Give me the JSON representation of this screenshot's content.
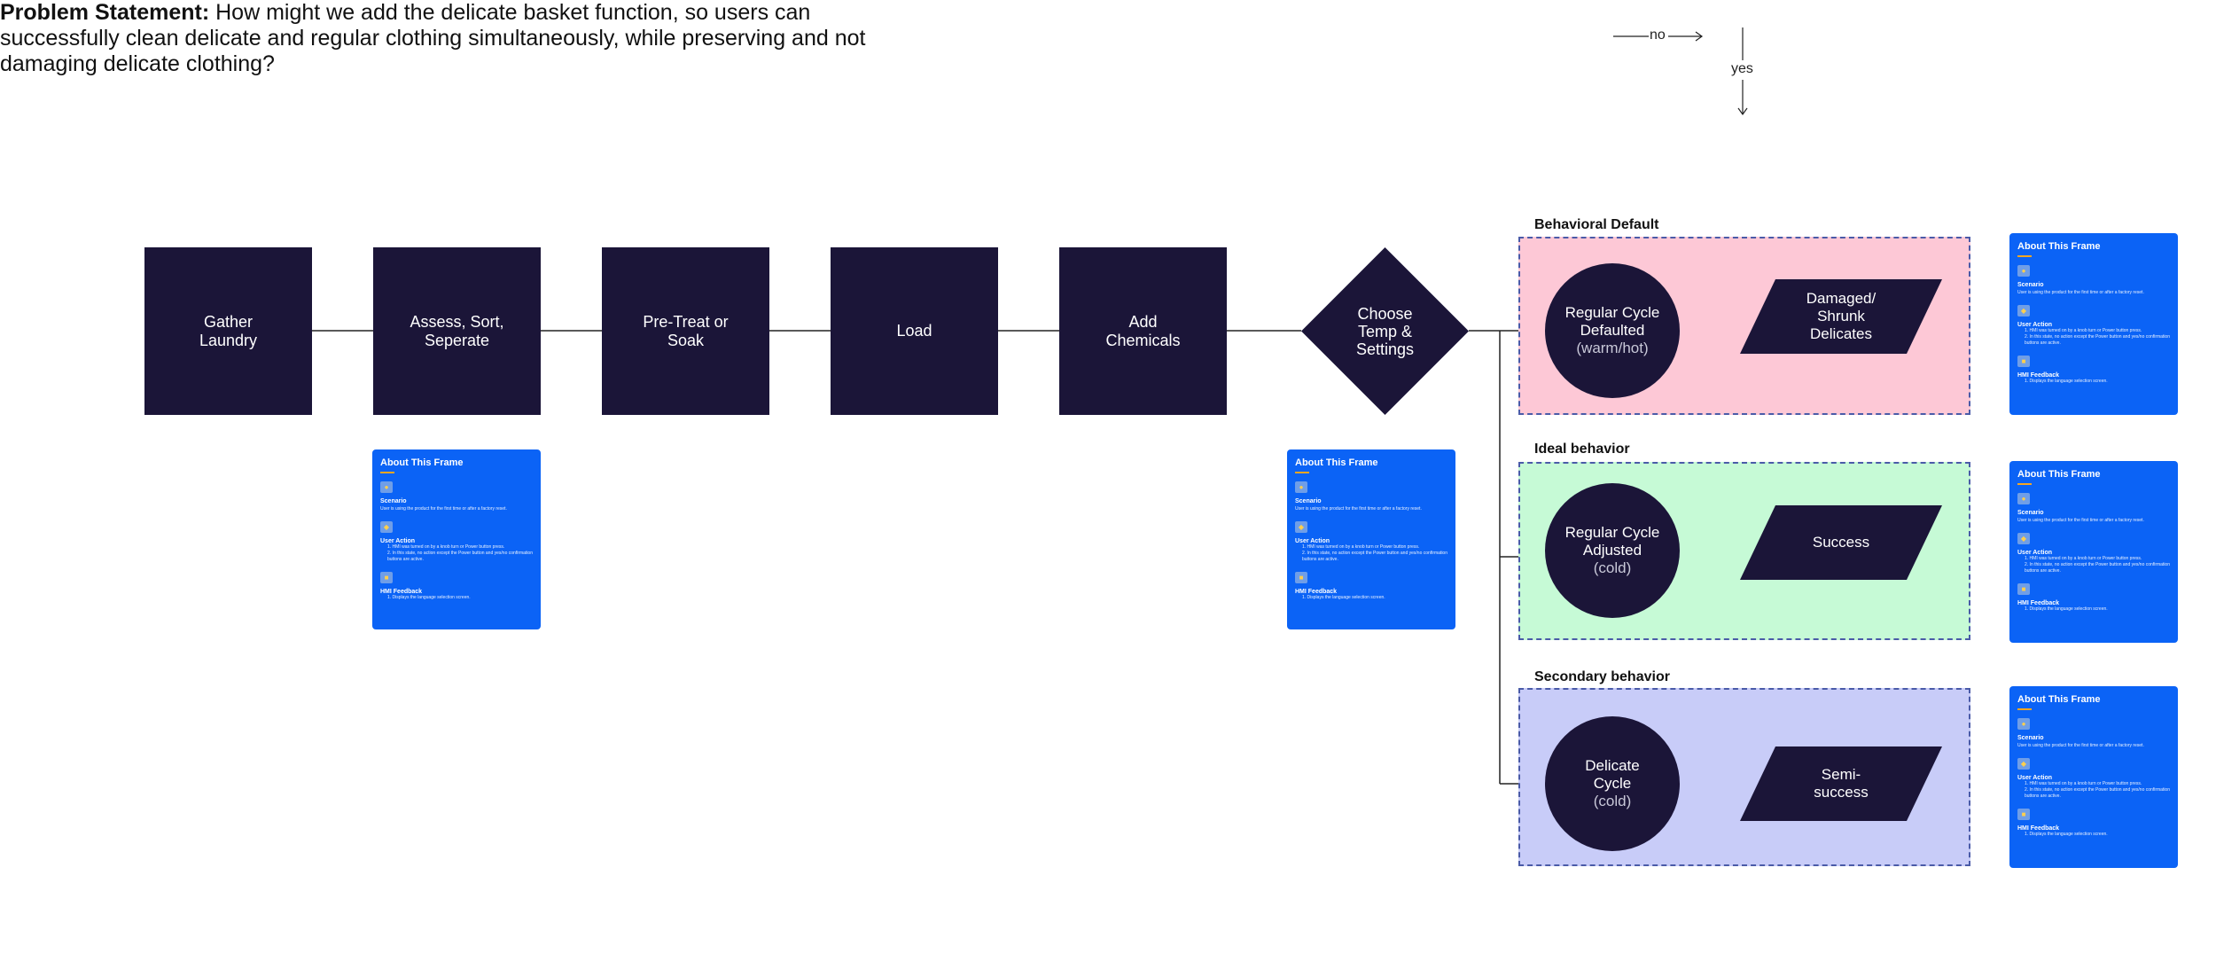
{
  "problem": {
    "label": "Problem Statement:",
    "text": " How might we add the delicate basket function, so users can successfully clean delicate and regular clothing simultaneously, while preserving and not damaging delicate clothing?"
  },
  "legend": {
    "no_label": "no",
    "yes_label": "yes"
  },
  "steps": [
    {
      "label": "Gather\nLaundry"
    },
    {
      "label": "Assess, Sort,\nSeperate"
    },
    {
      "label": "Pre-Treat or\nSoak"
    },
    {
      "label": "Load"
    },
    {
      "label": "Add\nChemicals"
    }
  ],
  "decision": {
    "label": "Choose\nTemp &\nSettings"
  },
  "lanes": [
    {
      "title": "Behavioral Default",
      "bg": "#fdc8d6",
      "circle": [
        "Regular Cycle",
        "Defaulted"
      ],
      "circle_sub": "(warm/hot)",
      "outcome": "Damaged/\nShrunk\nDelicates"
    },
    {
      "title": "Ideal behavior",
      "bg": "#c6fad6",
      "circle": [
        "Regular Cycle",
        "Adjusted"
      ],
      "circle_sub": "(cold)",
      "outcome": "Success"
    },
    {
      "title": "Secondary behavior",
      "bg": "#c8ccf8",
      "circle": [
        "Delicate",
        "Cycle"
      ],
      "circle_sub": "(cold)",
      "outcome": "Semi-\nsuccess"
    }
  ],
  "card": {
    "title": "About This Frame",
    "scenario_heading": "Scenario",
    "scenario_text": "User is using the product for the first time or after a factory reset.",
    "action_heading": "User Action",
    "action_items": [
      "1. HMI was turned on by a knob turn or Power button press.",
      "2. In this state, no action except the Power button and yes/no confirmation buttons are active."
    ],
    "feedback_heading": "HMI Feedback",
    "feedback_items": [
      "1. Displays the language selection screen."
    ]
  },
  "colors": {
    "node": "#1b1538",
    "card": "#0b63f6",
    "lane_border": "#4a5ba8"
  }
}
